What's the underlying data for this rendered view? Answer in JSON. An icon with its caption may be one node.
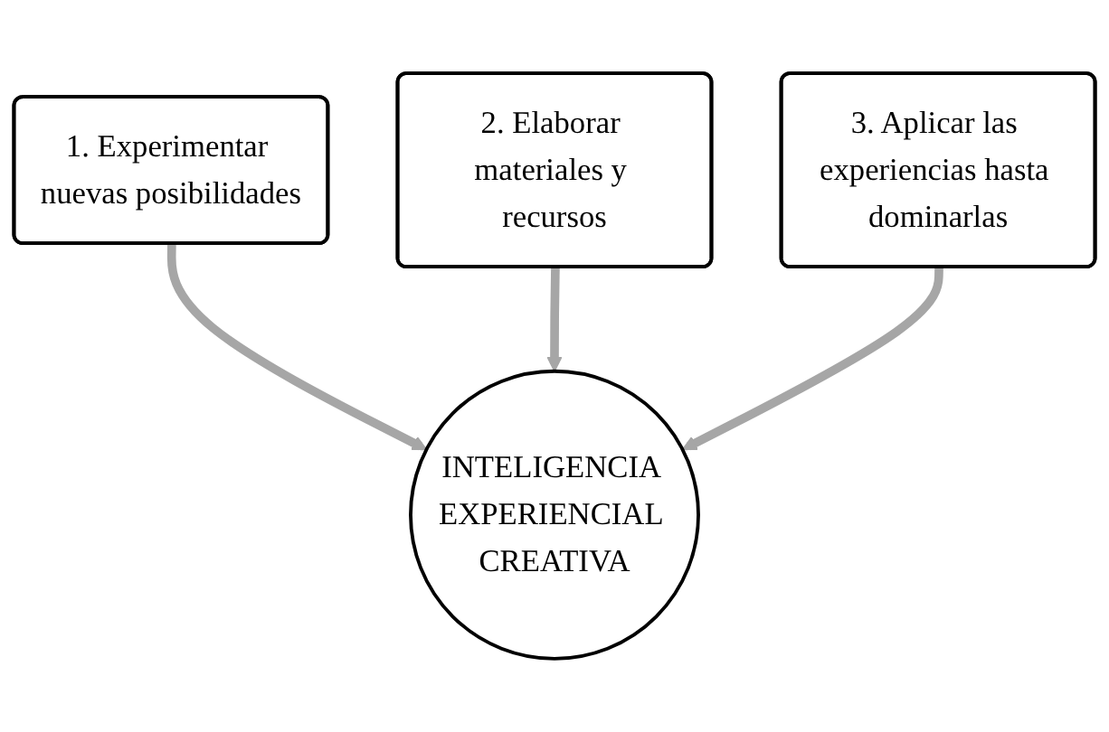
{
  "diagram": {
    "nodes": [
      {
        "text": [
          "1. Experimentar nuevas posibilidades"
        ]
      },
      {
        "text": [
          "2. Elaborar materiales y recursos"
        ]
      },
      {
        "text": [
          "3. Aplicar las experiencias hasta dominarlas"
        ]
      },
      {
        "text": [
          "INTELIGENCIA EXPERIENCIAL CREATIVA"
        ]
      }
    ],
    "edges": [
      {
        "from": 0,
        "to": 3,
        "arrow": "to"
      },
      {
        "from": 1,
        "to": 3,
        "arrow": "to"
      },
      {
        "from": 2,
        "to": 3,
        "arrow": "to"
      }
    ]
  }
}
